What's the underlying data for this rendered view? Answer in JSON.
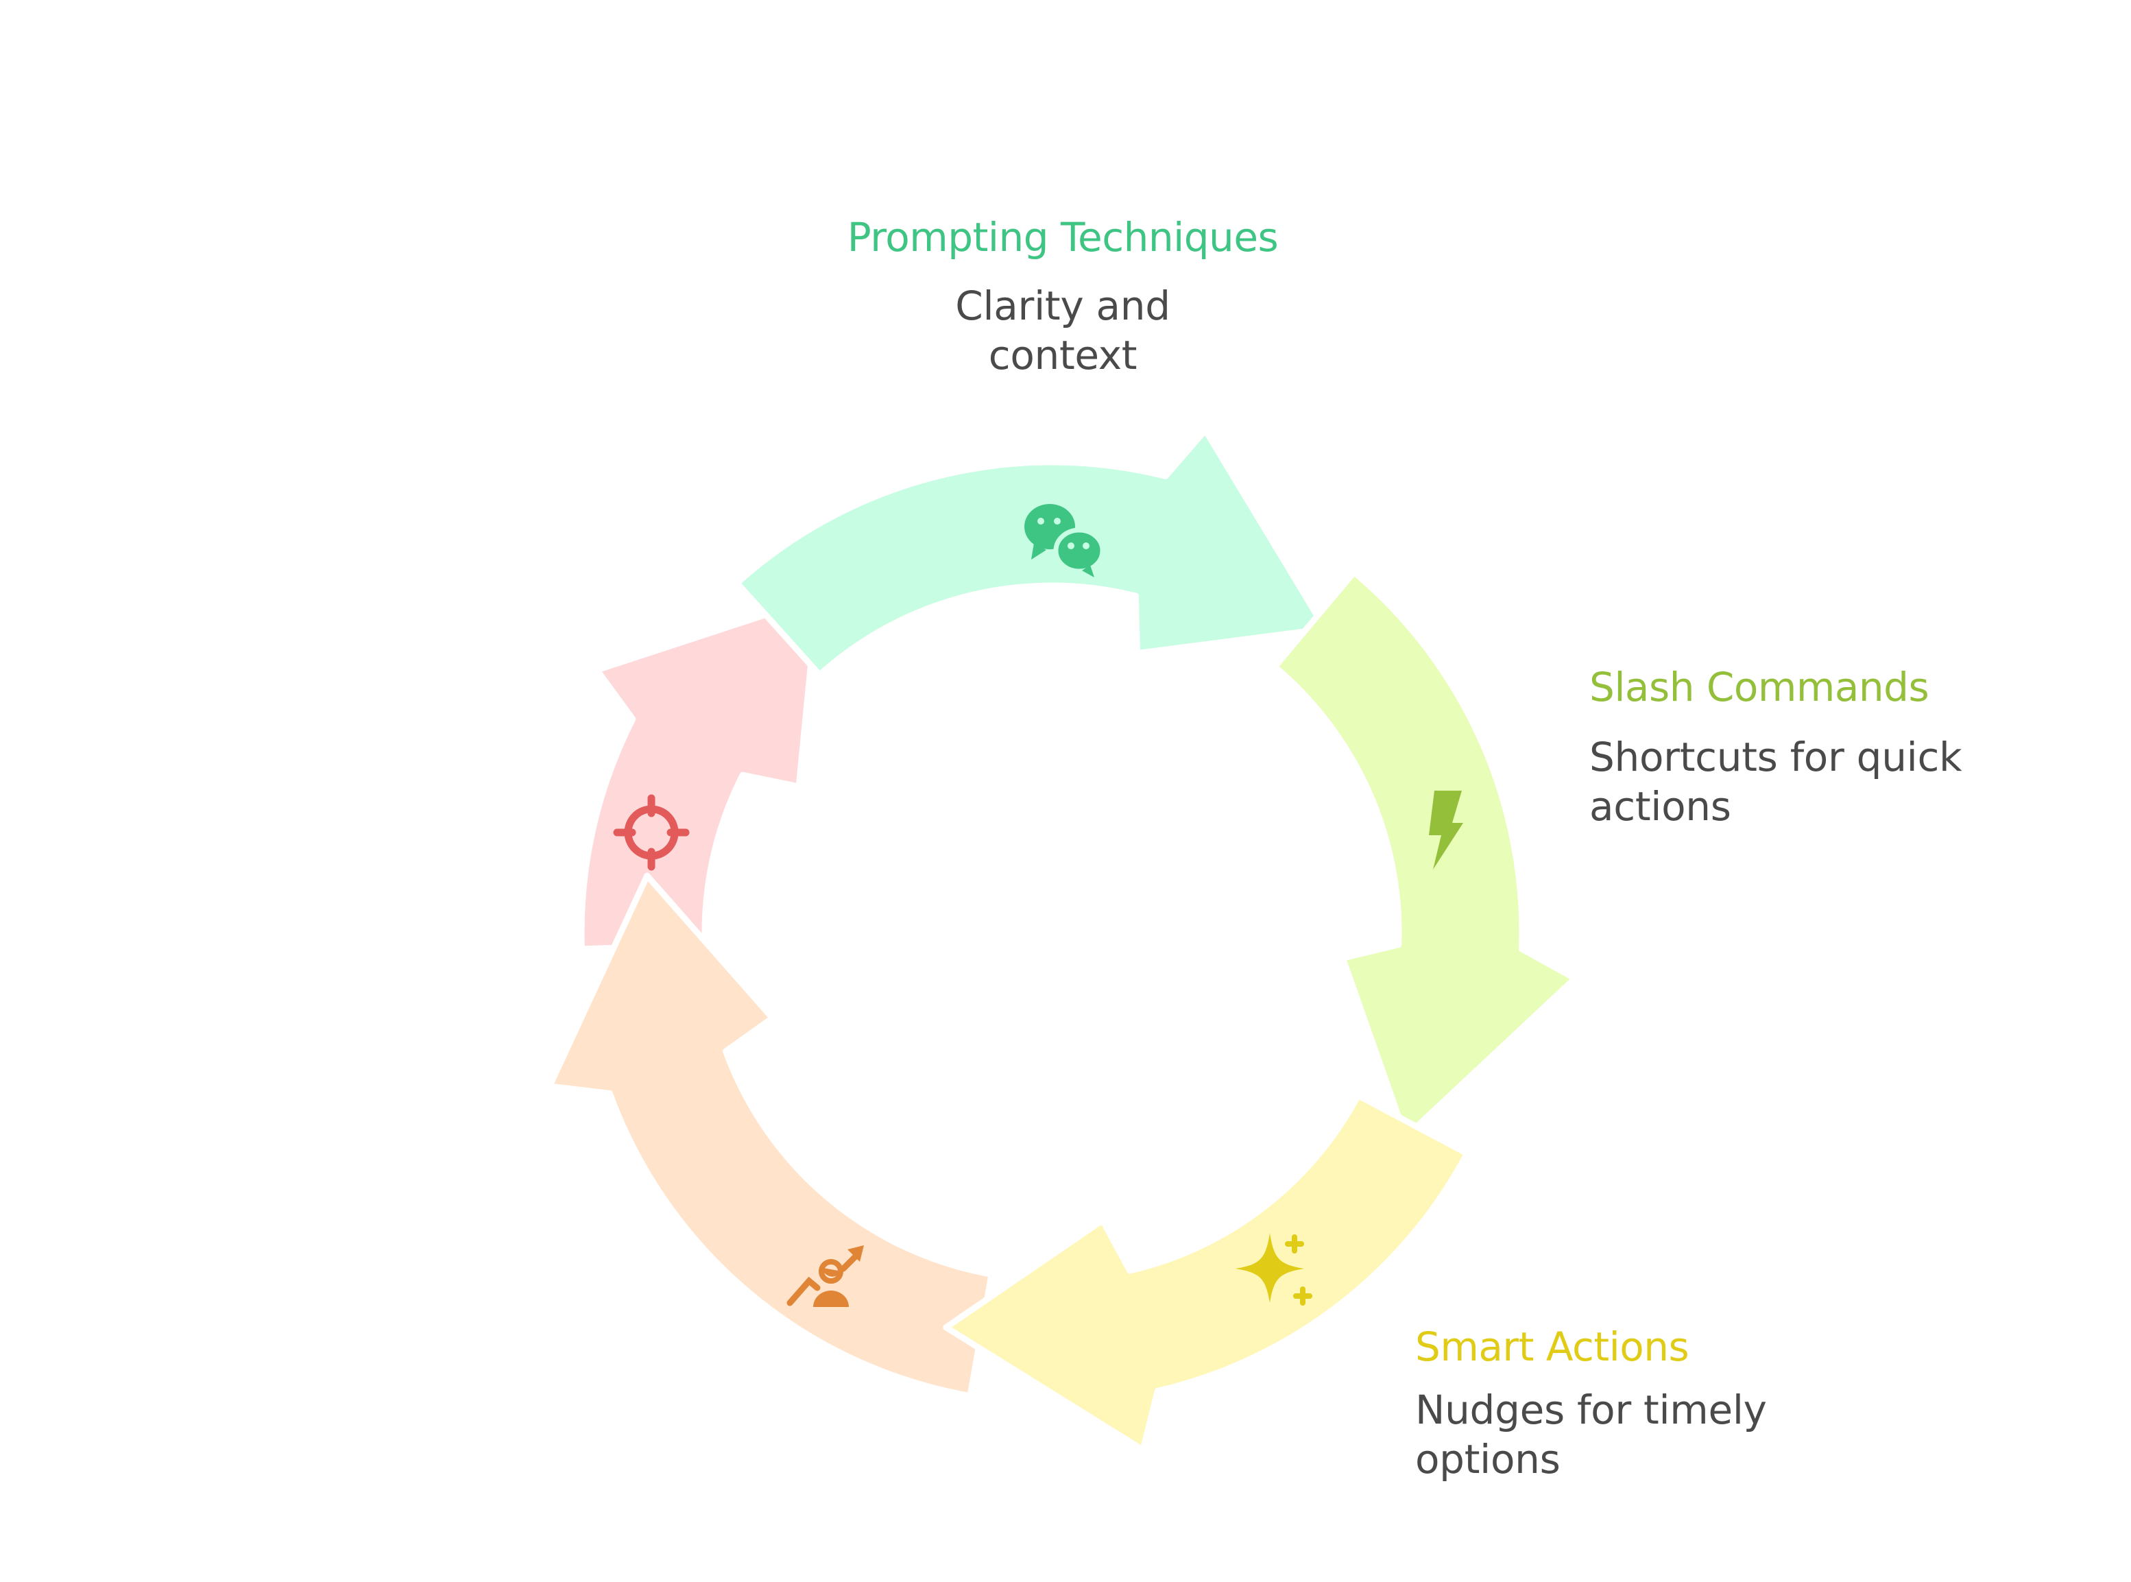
{
  "diagram": {
    "type": "cycle",
    "segments": [
      {
        "id": "prompting",
        "title": "Prompting Techniques",
        "description": "Clarity and context",
        "icon": "chat-bubbles-icon",
        "fill": "#c6fde3",
        "accent": "#3ec483"
      },
      {
        "id": "slash",
        "title": "Slash Commands",
        "description": "Shortcuts for quick actions",
        "icon": "lightning-bolt-icon",
        "fill": "#e7fdb8",
        "accent": "#93bf3a"
      },
      {
        "id": "smart",
        "title": "Smart Actions",
        "description": "Nudges for timely options",
        "icon": "sparkles-icon",
        "fill": "#fff7b8",
        "accent": "#e0cb17"
      },
      {
        "id": "growth",
        "title": "",
        "description": "",
        "icon": "person-growth-icon",
        "fill": "#ffe3cb",
        "accent": "#e08535"
      },
      {
        "id": "target",
        "title": "",
        "description": "",
        "icon": "target-crosshair-icon",
        "fill": "#ffd9d9",
        "accent": "#e35a5a"
      }
    ],
    "text_color": "#4a4a4a"
  }
}
